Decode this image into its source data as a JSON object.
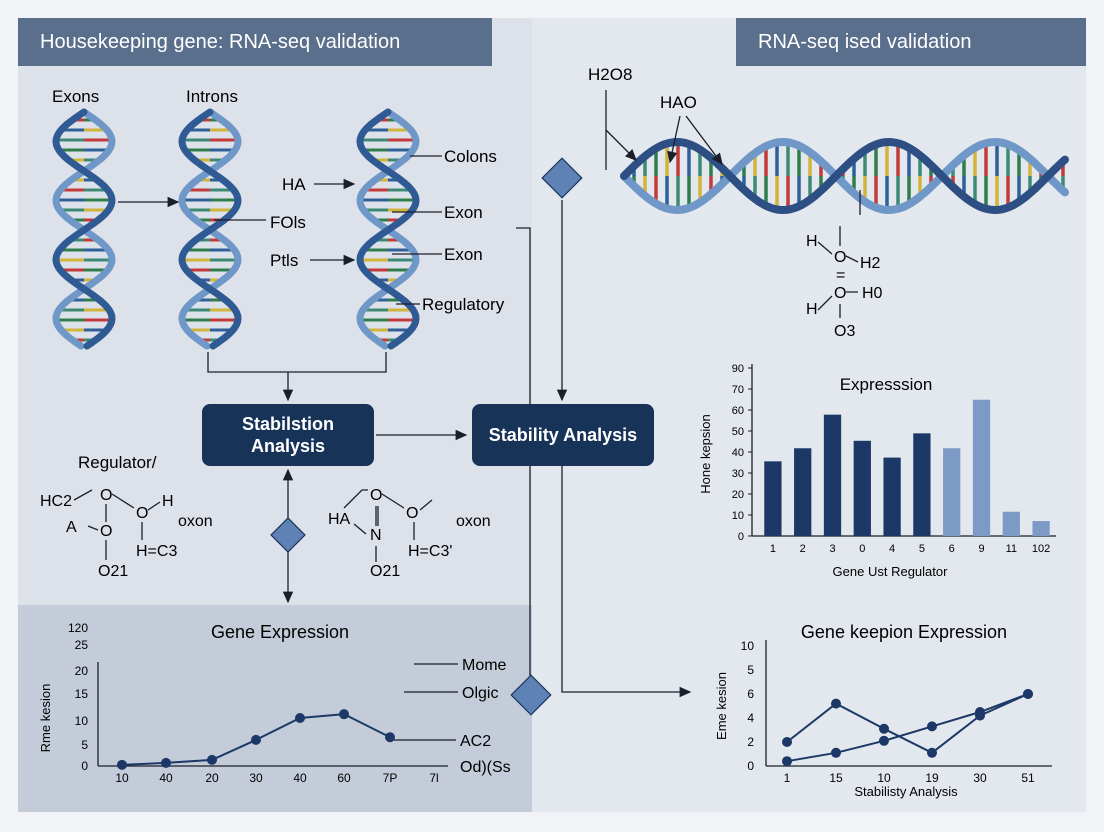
{
  "header_left": {
    "title": "Housekeeping gene: RNA-seq validation"
  },
  "header_right": {
    "title": "RNA-seq ised validation"
  },
  "dna_labels": {
    "exons": "Exons",
    "introns": "Introns",
    "colons": "Colons",
    "ha": "HA",
    "exon1": "Exon",
    "fols": "FOls",
    "exon2": "Exon",
    "ptls": "Ptls",
    "regulatory": "Regulatory"
  },
  "right_labels": {
    "h2o8": "H2O8",
    "hao": "HAO"
  },
  "molecule_right": {
    "h_top": "H",
    "o_top": "O",
    "h2": "H2",
    "eq": "=",
    "h_mid": "H",
    "o_mid": "O",
    "h0": "H0",
    "o3": "O3"
  },
  "buttons": {
    "stab_left": "Stabilstion\nAnalysis",
    "stab_main": "Stability Analysis"
  },
  "molecules_left": {
    "regulator": "Regulator/",
    "m1": {
      "hc2": "HC2",
      "o_top": "O",
      "h": "H",
      "a": "A",
      "o_mid": "O",
      "o_right": "O",
      "h_c3": "H=C3",
      "o21": "O21",
      "oxon": "oxon"
    },
    "m2": {
      "ha": "HA",
      "o_top": "O",
      "o_right": "O",
      "n": "N",
      "h_c3": "H=C3'",
      "o21": "O21",
      "oxon": "oxon"
    }
  },
  "line_legend": {
    "mome": "Mome",
    "olgic": "Olgic",
    "ac2": "AC2",
    "odss": "Od)(Ss"
  },
  "chart_data": [
    {
      "type": "bar",
      "title": "Expresssion",
      "ylabel": "Hone kepsion",
      "xlabel": "Gene Ust Regulator",
      "categories": [
        "1",
        "2",
        "3",
        "0",
        "4",
        "5",
        "6",
        "9",
        "11",
        "102"
      ],
      "values": [
        40,
        47,
        65,
        51,
        42,
        55,
        47,
        73,
        13,
        8
      ],
      "yticks": [
        "0",
        "10",
        "20",
        "30",
        "40",
        "50",
        "60",
        "70",
        "90"
      ],
      "ylim": [
        0,
        90
      ],
      "series_colors": [
        "#1b3866",
        "#1b3866",
        "#1b3866",
        "#1b3866",
        "#1b3866",
        "#1b3866",
        "#7d99c6",
        "#7d99c6",
        "#7d99c6",
        "#7d99c6"
      ]
    },
    {
      "type": "line",
      "title": "Gene Expression",
      "ylabel": "Rme kesion",
      "categories": [
        "10",
        "40",
        "20",
        "30",
        "40",
        "60",
        "7P",
        "7l"
      ],
      "values": [
        0.3,
        0.8,
        1.6,
        6.8,
        12.5,
        13.5,
        7.5
      ],
      "yticks": [
        "0",
        "5",
        "10",
        "15",
        "20",
        "25",
        "120"
      ],
      "ylim": [
        0,
        25
      ]
    },
    {
      "type": "line",
      "title": "Gene keepion Expression",
      "ylabel": "Eme kesion",
      "xlabel": "Stabilisty Analysis",
      "categories": [
        "1",
        "15",
        "10",
        "19",
        "30",
        "51"
      ],
      "yticks": [
        "0",
        "2",
        "4",
        "6",
        "5",
        "10"
      ],
      "ylim": [
        0,
        10
      ],
      "series": [
        {
          "values": [
            0.4,
            1.1,
            2.1,
            3.3,
            4.5,
            6.0
          ]
        },
        {
          "values": [
            2.0,
            5.2,
            3.1,
            1.1,
            4.2,
            6.0
          ]
        }
      ]
    }
  ],
  "colors": {
    "navy": "#173358",
    "header": "#5a6f8c",
    "panel": "#dde2ea",
    "dna_blue": "#3e6aa3",
    "diamond": "#5f82b6"
  }
}
